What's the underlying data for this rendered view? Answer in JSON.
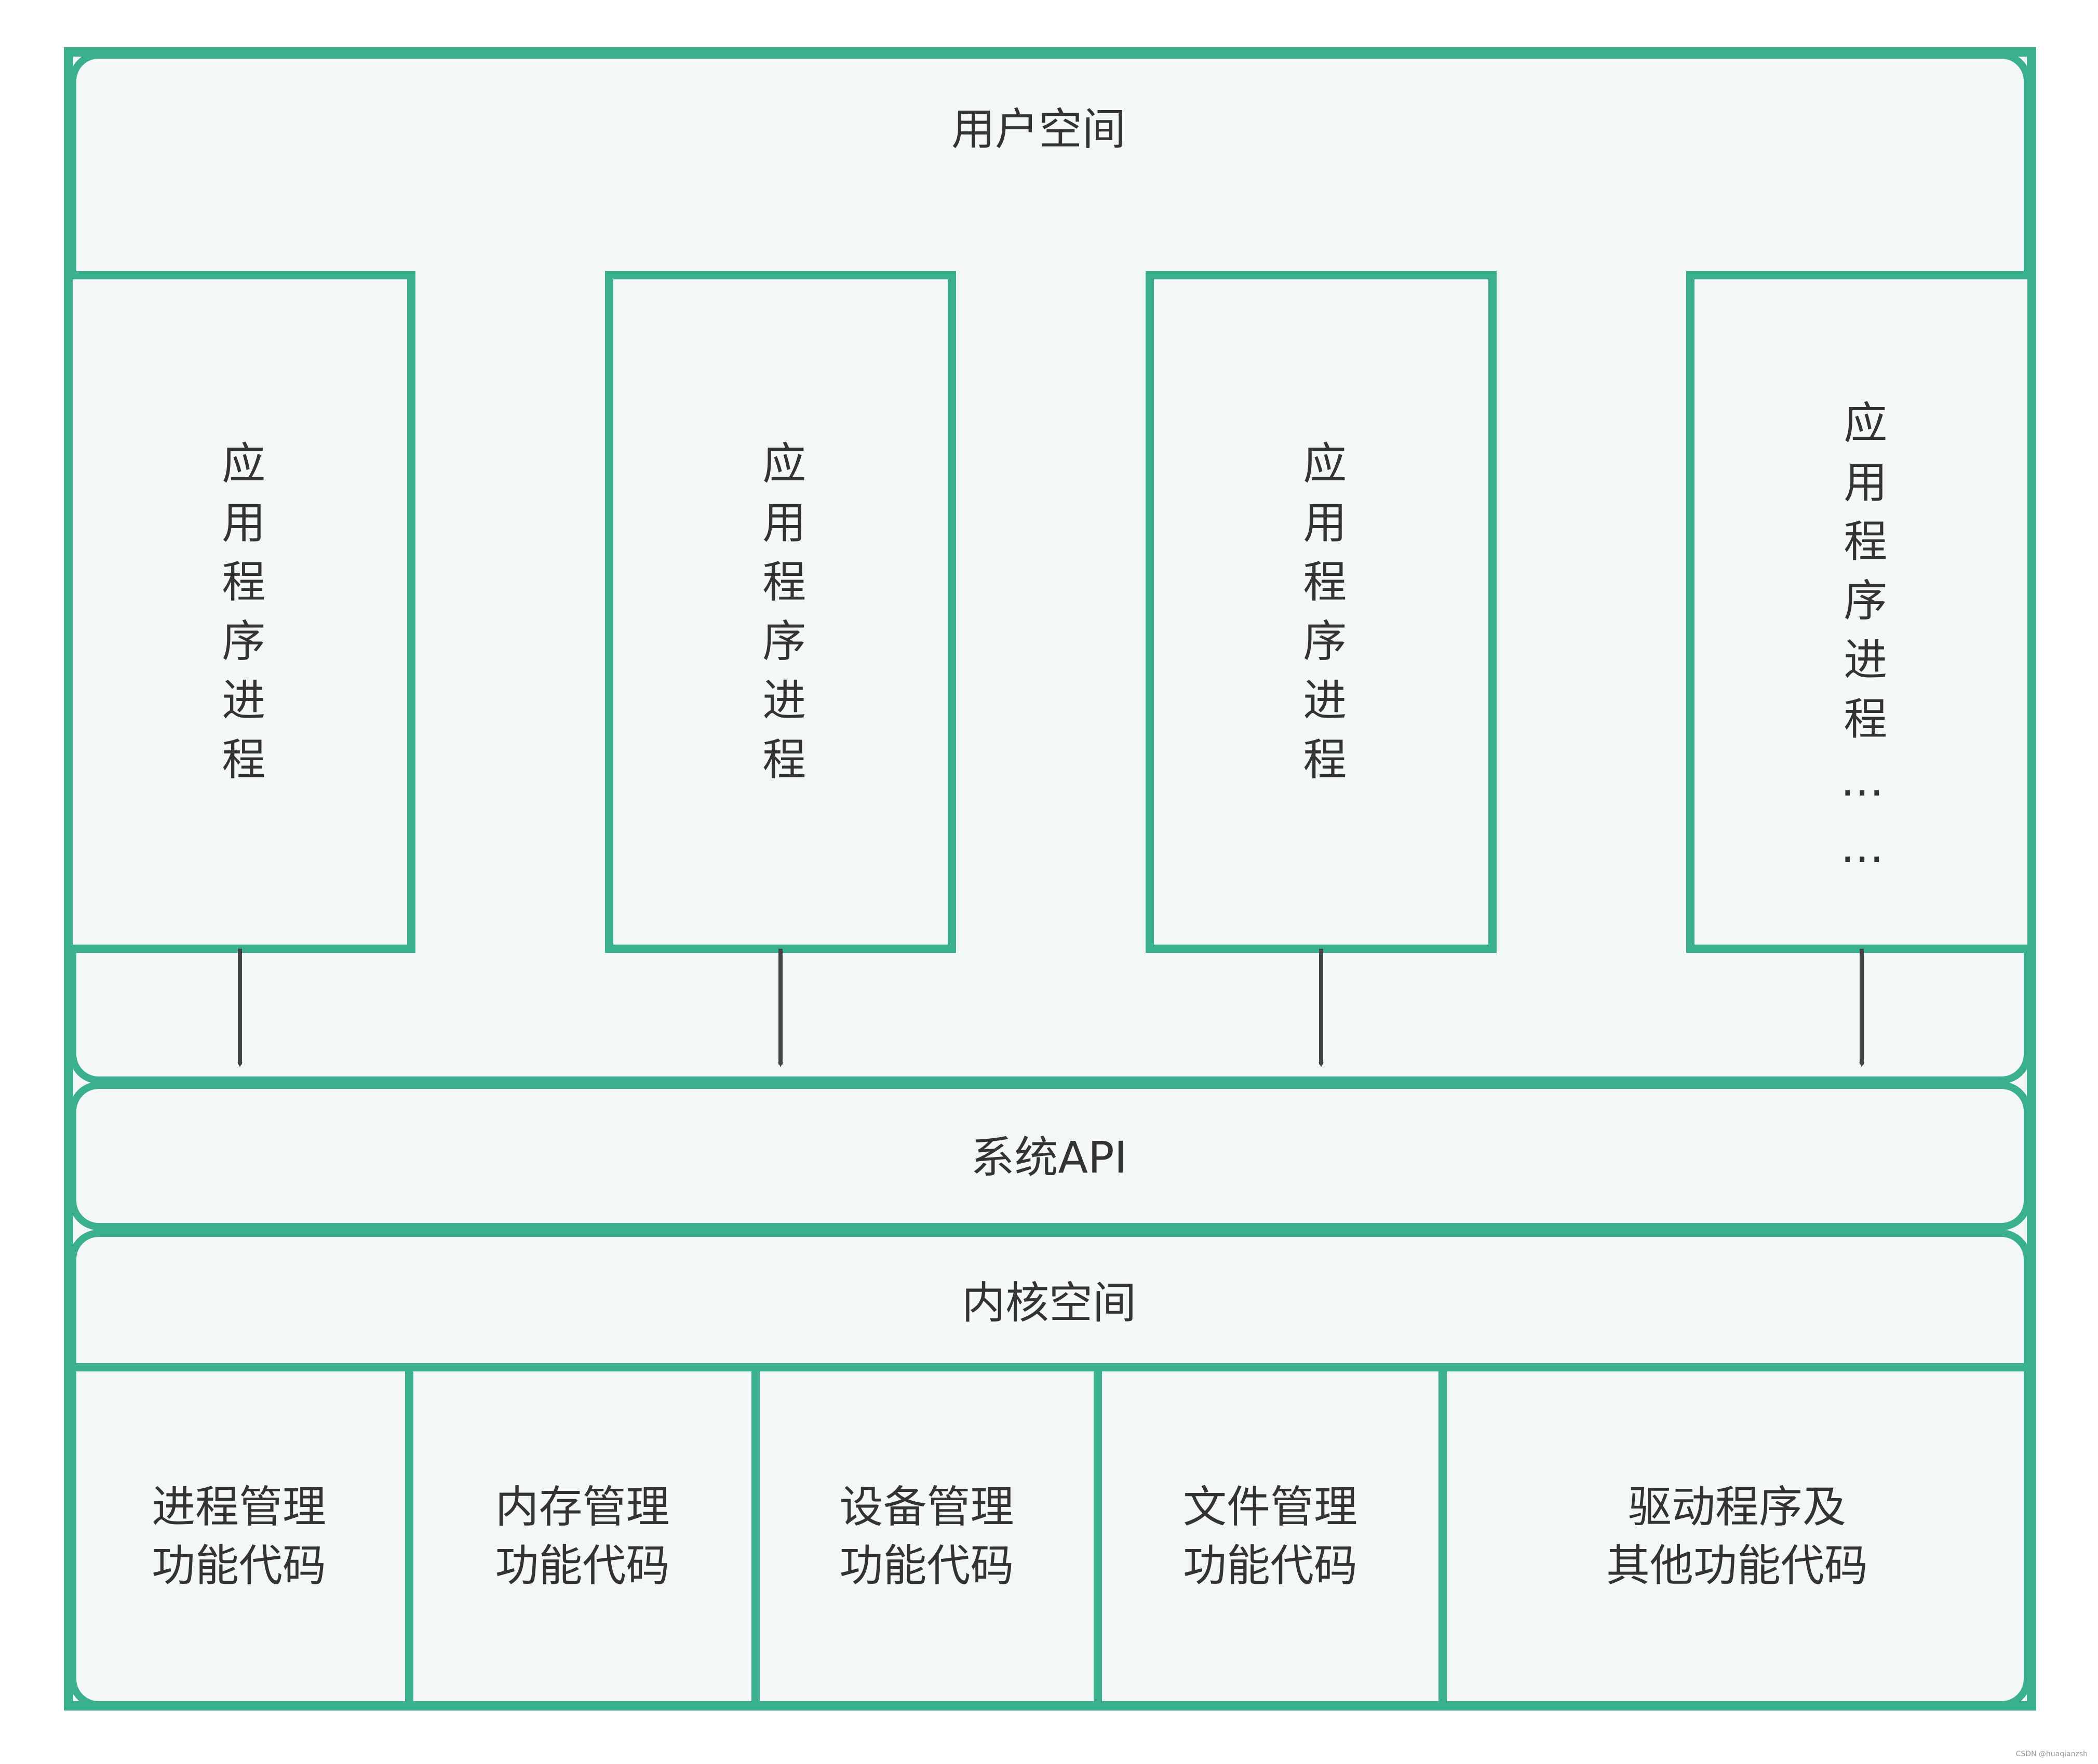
{
  "colors": {
    "border": "#3bb08f",
    "fill": "#f3f7f6",
    "arrow": "#444444",
    "text": "#333333"
  },
  "user_space": {
    "title": "用户空间",
    "processes": [
      {
        "label": "应用程序进程"
      },
      {
        "label": "应用程序进程"
      },
      {
        "label": "应用程序进程"
      },
      {
        "label": "应用程序进程……"
      }
    ]
  },
  "system_api": {
    "title": "系统API"
  },
  "kernel_space": {
    "title": "内核空间",
    "modules": [
      {
        "label": "进程管理\n功能代码"
      },
      {
        "label": "内存管理\n功能代码"
      },
      {
        "label": "设备管理\n功能代码"
      },
      {
        "label": "文件管理\n功能代码"
      },
      {
        "label": "驱动程序及\n其他功能代码"
      }
    ]
  },
  "watermark": "CSDN @huaqianzsh"
}
